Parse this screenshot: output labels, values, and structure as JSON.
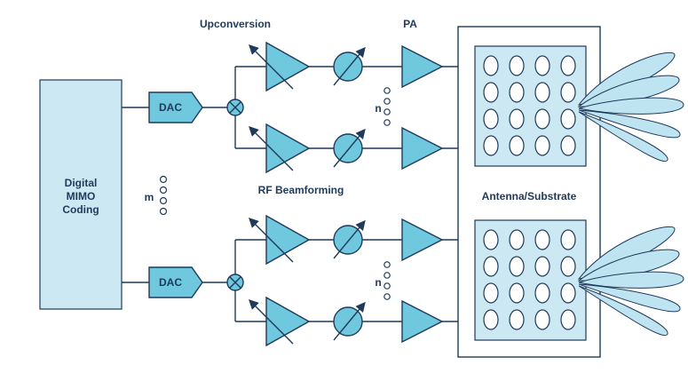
{
  "labels": {
    "digital_1": "Digital",
    "digital_2": "MIMO",
    "digital_3": "Coding",
    "dac": "DAC",
    "upconversion": "Upconversion",
    "pa": "PA",
    "rf_beamforming": "RF Beamforming",
    "antenna_substrate": "Antenna/Substrate",
    "m": "m",
    "n": "n"
  },
  "colors": {
    "block_fill": "#6fc8dd",
    "light_fill": "#cce8f3",
    "line": "#1f3a5a"
  },
  "icons": {
    "mixer": "mixer-x-circle-icon",
    "amplifier": "triangle-amplifier-icon",
    "phase_shifter": "phase-shifter-icon",
    "antenna_element": "antenna-element-oval-icon",
    "beam": "radiation-lobe-icon"
  }
}
